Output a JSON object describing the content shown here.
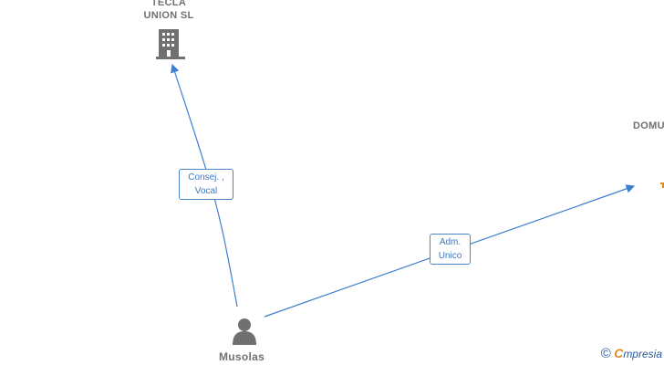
{
  "nodes": {
    "company_tecla": {
      "line1": "TECLA",
      "line2": "UNION  SL",
      "icon": "building-icon"
    },
    "company_domu": {
      "label": "DOMU",
      "icon": "company-icon-partial"
    },
    "person_musolas": {
      "label": "Musolas",
      "icon": "person-icon"
    }
  },
  "edges": {
    "musolas_tecla": {
      "line1": "Consej. ,",
      "line2": "Vocal"
    },
    "musolas_domu": {
      "line1": "Adm.",
      "line2": "Unico"
    }
  },
  "colors": {
    "edge": "#3f7fcf",
    "node_icon": "#707070",
    "label_text": "#707070",
    "accent": "#e08a1e"
  },
  "brand": {
    "copyright": "©",
    "initial": "C",
    "rest": "mpresia"
  }
}
